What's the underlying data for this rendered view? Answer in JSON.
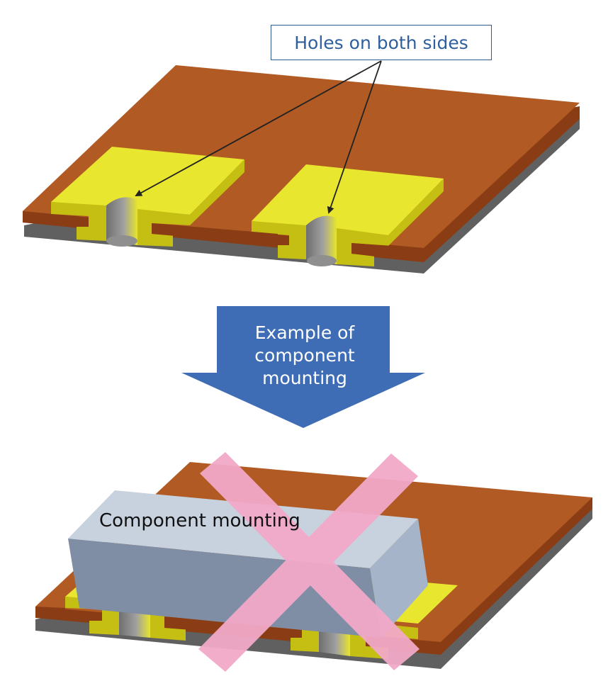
{
  "callout": {
    "text": "Holes on both sides"
  },
  "transition": {
    "text": "Example of\ncomponent\nmounting"
  },
  "component": {
    "label": "Component mounting"
  },
  "colors": {
    "board_top": "#b15a23",
    "board_edge": "#8a3d14",
    "board_base": "#606060",
    "pad_top": "#e8e62f",
    "pad_side": "#c4bf12",
    "hole_inner": "#8f8f8f",
    "arrow_fill": "#3e6db5",
    "component_top": "#c8d2df",
    "component_front": "#7f8ea5",
    "component_end": "#a6b4ca",
    "cross": "#f2a9c8",
    "leader": "#222222"
  }
}
